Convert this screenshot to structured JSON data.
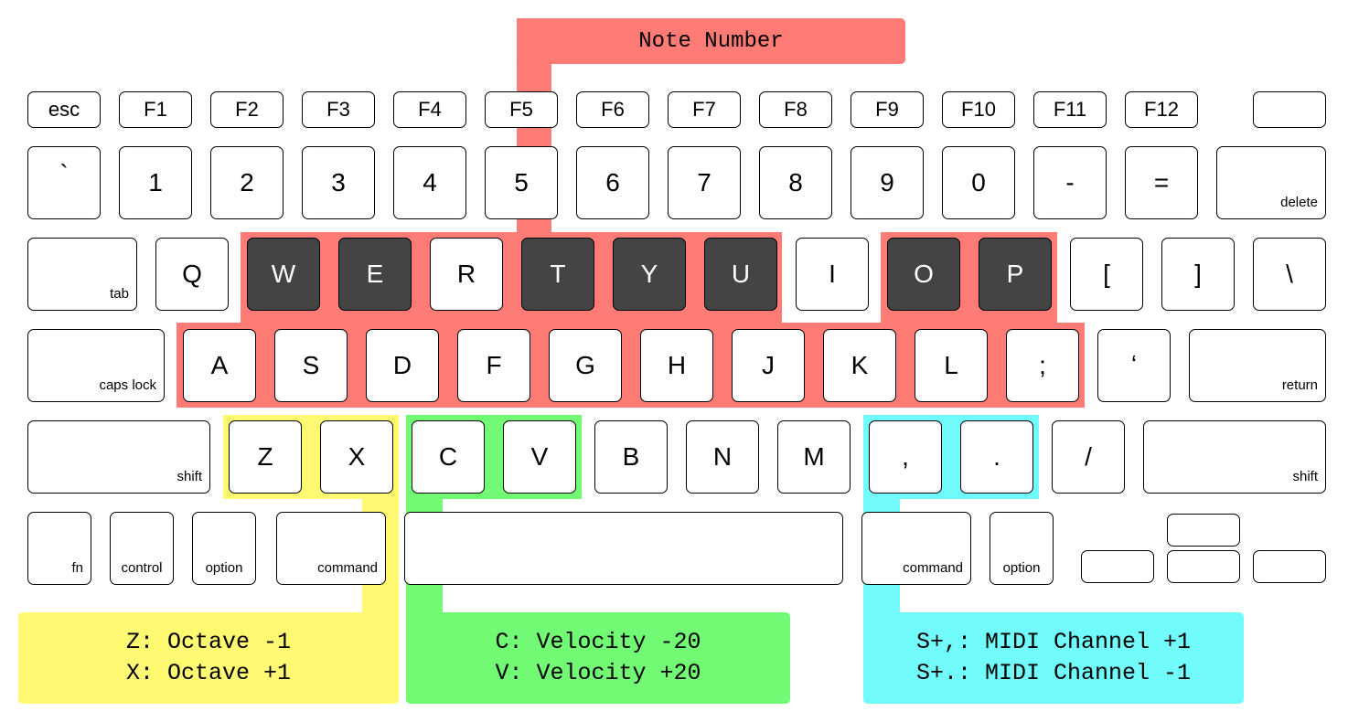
{
  "title": "Note Number",
  "function_row": [
    "esc",
    "F1",
    "F2",
    "F3",
    "F4",
    "F5",
    "F6",
    "F7",
    "F8",
    "F9",
    "F10",
    "F11",
    "F12",
    ""
  ],
  "number_row": [
    "`",
    "1",
    "2",
    "3",
    "4",
    "5",
    "6",
    "7",
    "8",
    "9",
    "0",
    "-",
    "=",
    "delete"
  ],
  "top_row": [
    "tab",
    "Q",
    "W",
    "E",
    "R",
    "T",
    "Y",
    "U",
    "I",
    "O",
    "P",
    "[",
    "]",
    "\\"
  ],
  "home_row": [
    "caps lock",
    "A",
    "S",
    "D",
    "F",
    "G",
    "H",
    "J",
    "K",
    "L",
    ";",
    "‘",
    "return"
  ],
  "bottom_row": [
    "shift",
    "Z",
    "X",
    "C",
    "V",
    "B",
    "N",
    "M",
    ",",
    ".",
    "/",
    "shift"
  ],
  "modifier_row": [
    "fn",
    "control",
    "option",
    "command",
    "",
    "command",
    "option"
  ],
  "note_keys_highlight": [
    "W",
    "E",
    "T",
    "Y",
    "U",
    "O",
    "P",
    "A",
    "S",
    "D",
    "F",
    "G",
    "H",
    "J",
    "K",
    "L",
    ";"
  ],
  "black_keys": [
    "W",
    "E",
    "T",
    "Y",
    "U",
    "O",
    "P"
  ],
  "legend": {
    "octave": {
      "lines": [
        "Z: Octave -1",
        "X: Octave +1"
      ],
      "color": "#fffa72"
    },
    "velocity": {
      "lines": [
        "C: Velocity -20",
        "V: Velocity +20"
      ],
      "color": "#72fa74"
    },
    "channel": {
      "lines": [
        "S+,: MIDI Channel +1",
        "S+.: MIDI Channel -1"
      ],
      "color": "#72fbfb"
    },
    "note_color": "#ff7b76"
  }
}
